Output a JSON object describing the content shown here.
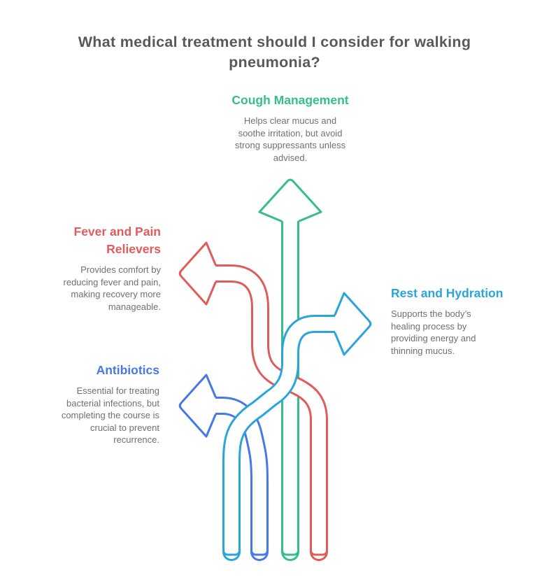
{
  "title": "What medical treatment should I consider for walking\npneumonia?",
  "title_color": "#58595b",
  "body_text_color": "#6f7073",
  "background_color": "#ffffff",
  "nodes": [
    {
      "id": "cough-management",
      "label": "Cough Management",
      "description": "Helps clear mucus and\nsoothe irritation, but avoid\nstrong suppressants unless\nadvised.",
      "color": "#35be8c",
      "arrow_direction": "up"
    },
    {
      "id": "fever-and-pain-relievers",
      "label": "Fever and Pain\nRelievers",
      "description": "Provides comfort by\nreducing fever and pain,\nmaking recovery more\nmanageable.",
      "color": "#e05c5c",
      "arrow_direction": "left"
    },
    {
      "id": "rest-and-hydration",
      "label": "Rest and Hydration",
      "description": "Supports the body’s\nhealing process by\nproviding energy and\nthinning mucus.",
      "color": "#2ba4db",
      "arrow_direction": "right"
    },
    {
      "id": "antibiotics",
      "label": "Antibiotics",
      "description": "Essential for treating\nbacterial infections, but\ncompleting the course is\ncrucial to prevent\nrecurrence.",
      "color": "#4678e6",
      "arrow_direction": "left"
    }
  ]
}
